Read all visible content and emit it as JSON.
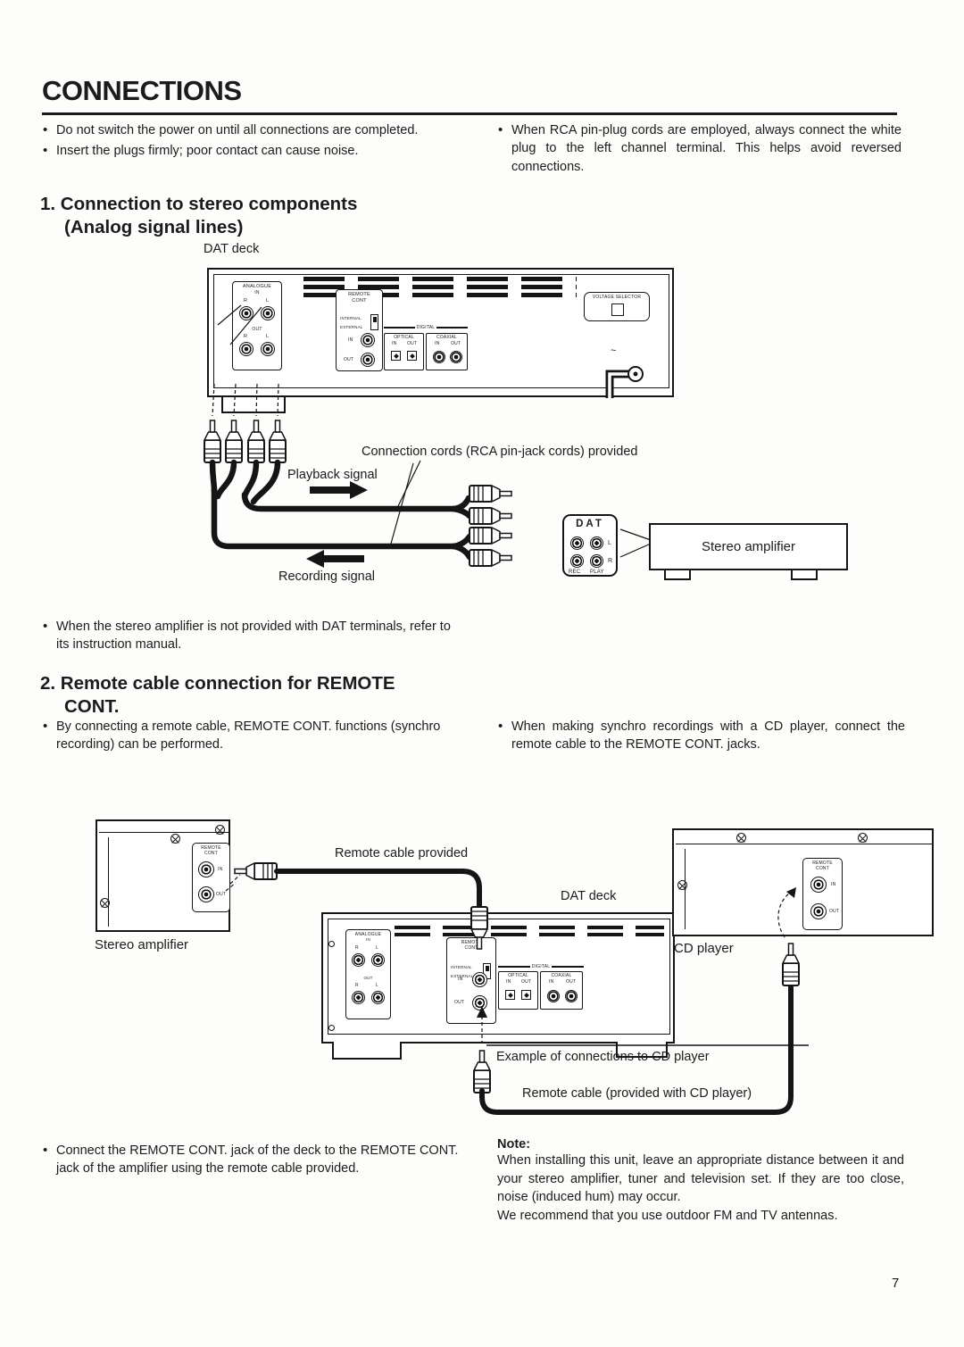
{
  "page": {
    "title": "CONNECTIONS",
    "page_number": "7"
  },
  "intro": {
    "bullets_left": [
      "Do not switch the power on until all connections are completed.",
      "Insert the plugs firmly; poor contact can cause noise."
    ],
    "bullets_right": [
      "When RCA pin-plug cords are employed, always connect the white plug to the left channel terminal. This helps avoid reversed connections."
    ]
  },
  "section1": {
    "heading_line1": "1. Connection to stereo components",
    "heading_line2": "(Analog signal lines)",
    "dat_deck_label": "DAT deck",
    "connection_cords_label": "Connection cords (RCA pin-jack cords) provided",
    "playback_label": "Playback signal",
    "recording_label": "Recording signal",
    "stereo_amplifier_label": "Stereo amplifier",
    "dat_terminals": {
      "title": "DAT",
      "l": "L",
      "r": "R",
      "rec": "REC",
      "play": "PLAY"
    },
    "note_bullets": [
      "When the stereo amplifier is not provided with DAT terminals, refer to its instruction manual."
    ]
  },
  "rear_panel": {
    "analogue": "ANALOGUE",
    "in": "IN",
    "out": "OUT",
    "r": "R",
    "l": "L",
    "remote": "REMOTE",
    "cont": "CONT",
    "internal": "INTERNAL",
    "external": "EXTERNAL",
    "digital": "DIGITAL",
    "optical": "OPTICAL",
    "coaxial": "COAXIAL",
    "voltage_selector": "VOLTAGE SELECTOR",
    "ac_mark": "~"
  },
  "section2": {
    "heading_line1": "2. Remote cable connection for REMOTE",
    "heading_line2": "CONT.",
    "bullets_left": [
      "By connecting a remote cable, REMOTE CONT. functions (synchro recording) can be performed."
    ],
    "bullets_right": [
      "When making synchro recordings with a CD player, connect the remote cable to the REMOTE CONT. jacks."
    ],
    "stereo_amplifier_label": "Stereo amplifier",
    "remote_cable_label": "Remote cable provided",
    "dat_deck_label": "DAT deck",
    "cd_player_label": "CD player",
    "example_label": "Example of connections to CD player",
    "cd_remote_cable_label": "Remote cable (provided with CD player)",
    "bottom_bullets": [
      "Connect the REMOTE CONT. jack of the deck to the REMOTE CONT. jack of the amplifier using the remote cable provided."
    ]
  },
  "note": {
    "title": "Note:",
    "lines": [
      "When installing this unit, leave an appropriate distance between it and your stereo amplifier, tuner and television set. If they are too close, noise (induced hum) may occur.",
      "We recommend that you use outdoor FM and TV antennas."
    ]
  }
}
